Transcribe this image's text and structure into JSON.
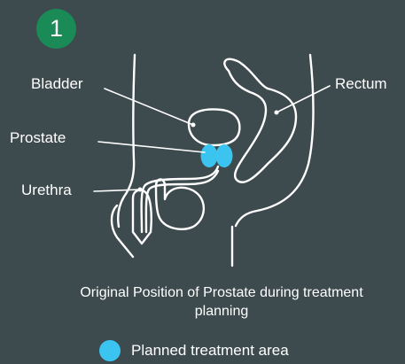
{
  "step": {
    "number": "1",
    "color": "#1a8a57"
  },
  "labels": {
    "bladder": "Bladder",
    "prostate": "Prostate",
    "urethra": "Urethra",
    "rectum": "Rectum"
  },
  "caption": "Original Position of Prostate during treatment planning",
  "legend": {
    "label": "Planned treatment area",
    "color": "#3cc4f0"
  },
  "colors": {
    "background": "#3d4a4e",
    "outline": "#ffffff",
    "prostate": "#3cc4f0"
  }
}
